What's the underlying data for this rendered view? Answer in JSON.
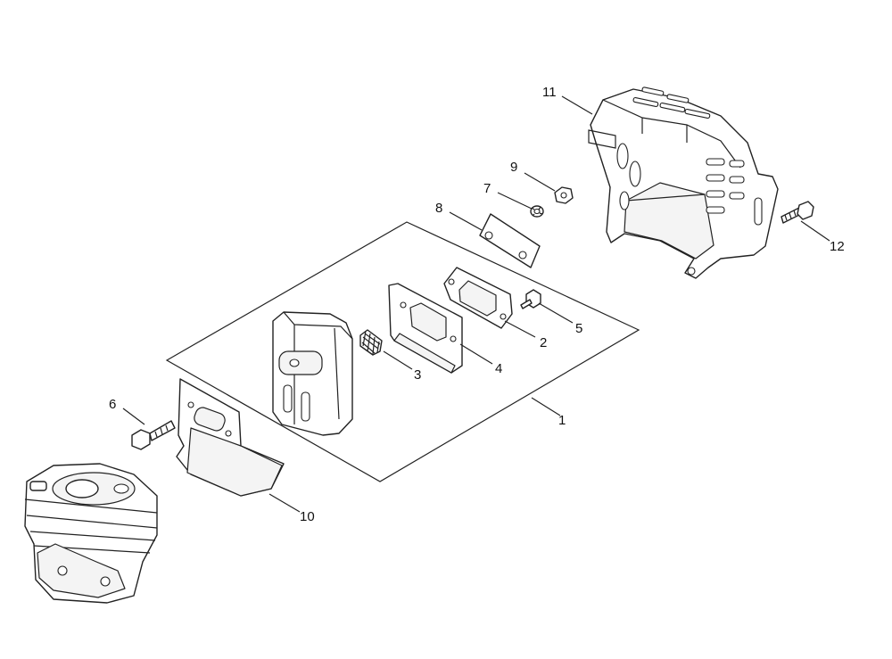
{
  "callouts": [
    {
      "id": "c1",
      "label": "1"
    },
    {
      "id": "c2",
      "label": "2"
    },
    {
      "id": "c3",
      "label": "3"
    },
    {
      "id": "c4",
      "label": "4"
    },
    {
      "id": "c5",
      "label": "5"
    },
    {
      "id": "c6",
      "label": "6"
    },
    {
      "id": "c7",
      "label": "7"
    },
    {
      "id": "c8",
      "label": "8"
    },
    {
      "id": "c9",
      "label": "9"
    },
    {
      "id": "c10",
      "label": "10"
    },
    {
      "id": "c11",
      "label": "11"
    },
    {
      "id": "c12",
      "label": "12"
    }
  ],
  "parts": {
    "muffler_assembly": "muffler-assembly",
    "gasket": "muffler-gasket",
    "spark_screen": "spark-arrester-screen",
    "bracket": "muffler-bracket",
    "bolt5": "bolt",
    "bolt6": "bolt",
    "washer7": "washer",
    "nut9": "nut",
    "plate8": "plate",
    "heat_shield": "heat-shield",
    "muffler_cover": "muffler-cover",
    "bolt12": "bolt",
    "cylinder": "cylinder"
  }
}
